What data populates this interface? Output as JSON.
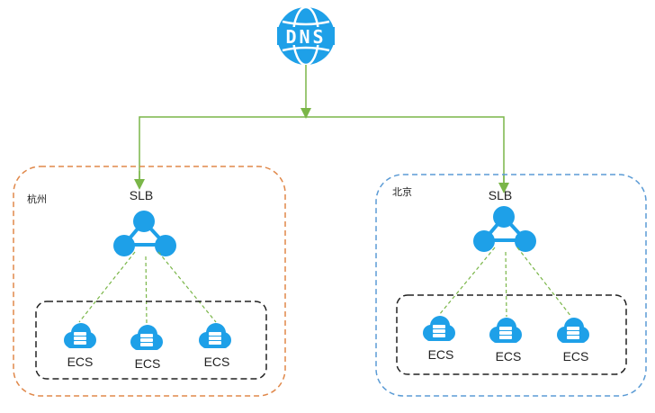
{
  "dns": {
    "label": "DNS"
  },
  "regions": [
    {
      "name": "杭州",
      "lb_label": "SLB",
      "color": "#e0884a",
      "servers": [
        {
          "label": "ECS"
        },
        {
          "label": "ECS"
        },
        {
          "label": "ECS"
        }
      ]
    },
    {
      "name": "北京",
      "lb_label": "SLB",
      "color": "#5b9bd5",
      "servers": [
        {
          "label": "ECS"
        },
        {
          "label": "ECS"
        },
        {
          "label": "ECS"
        }
      ]
    }
  ],
  "colors": {
    "connector": "#7ab648",
    "icon_blue": "#1ea0e8",
    "group_border": "#222222"
  }
}
